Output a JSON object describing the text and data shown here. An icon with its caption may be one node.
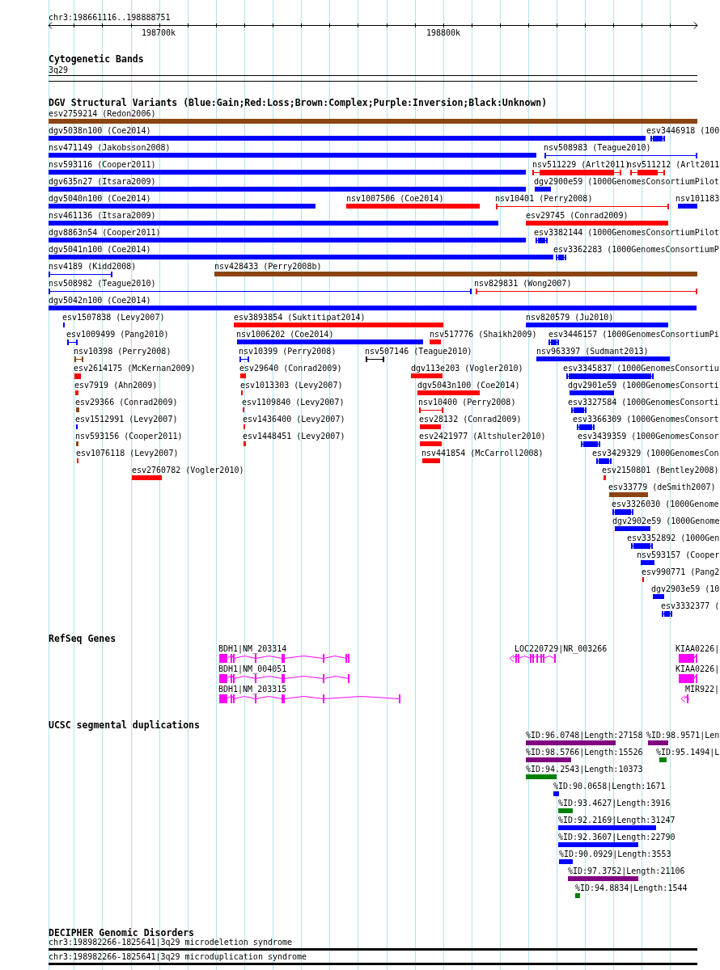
{
  "diagram": {
    "labels": [
      "chr3:198661116..198888751",
      "198700k",
      "198800k",
      "Cytogenetic Bands",
      "3q29",
      "DGV Structural Variants (Blue:Gain;Red:Loss;Brown:Complex;Purple:Inversion;Black:Unknown)",
      "esv2759214 (Redon2006)",
      "dgv5038n100 (Coe2014)",
      "esv3446918 (100",
      "nsv471149 (Jakobsson2008)",
      "nsv508983 (Teague2010)",
      "nsv593116 (Cooper2011)",
      "nsv511229 (Arlt2011)",
      "nsv511212 (Arlt2011",
      "dgv635n27 (Itsara2009)",
      "dgv2900e59 (1000GenomesConsortiumPilot",
      "dgv5040n100 (Coe2014)",
      "nsv1007506 (Coe2014)",
      "nsv10401 (Perry2008)",
      "nsv101183",
      "nsv461136 (Itsara2009)",
      "esv29745 (Conrad2009)",
      "dgv8863n54 (Cooper2011)",
      "esv3382144 (1000GenomesConsortiumPilot",
      "dgv5041n100 (Coe2014)",
      "esv3362283 (1000GenomesConsortiumP",
      "nsv4189 (Kidd2008)",
      "nsv428433 (Perry2008b)",
      "nsv508982 (Teague2010)",
      "nsv829831 (Wong2007)",
      "dgv5042n100 (Coe2014)",
      "esv1507838 (Levy2007)",
      "esv3893854 (Suktitipat2014)",
      "nsv820579 (Ju2010)",
      "esv1009499 (Pang2010)",
      "nsv1006202 (Coe2014)",
      "nsv517776 (Shaikh2009)",
      "esv3446157 (1000GenomesConsortiumPi",
      "nsv10398 (Perry2008)",
      "nsv10399 (Perry2008)",
      "nsv507146 (Teague2010)",
      "nsv963397 (Sudmant2013)",
      "esv2614175 (McKernan2009)",
      "esv29640 (Conrad2009)",
      "dgv113e203 (Vogler2010)",
      "esv3345837 (1000GenomesConsortiu",
      "esv7919 (Ahn2009)",
      "esv1013303 (Levy2007)",
      "dgv5043n100 (Coe2014)",
      "dgv2901e59 (1000GenomesConsorti",
      "esv29366 (Conrad2009)",
      "esv1109840 (Levy2007)",
      "nsv10400 (Perry2008)",
      "esv3327584 (1000GenomesConsorti",
      "esv1512991 (Levy2007)",
      "esv1436400 (Levy2007)",
      "esv28132 (Conrad2009)",
      "esv3366309 (1000GenomesConsort",
      "nsv593156 (Cooper2011)",
      "esv1448451 (Levy2007)",
      "esv2421977 (Altshuler2010)",
      "esv3439359 (1000GenomesConsor",
      "esv1076118 (Levy2007)",
      "nsv441854 (McCarroll2008)",
      "esv3429329 (1000GenomesCon",
      "esv2760782 (Vogler2010)",
      "esv2150801 (Bentley2008)",
      "esv33779 (deSmith2007)",
      "esv3326030 (1000Genome",
      "dgv2902e59 (1000Genome",
      "esv3352892 (1000Gen",
      "nsv593157 (Cooper",
      "esv990771 (Pang2",
      "dgv2903e59 (10",
      "esv3332377 (",
      "RefSeq Genes",
      "BDH1|NM_203314",
      "LOC220729|NR_003266",
      "KIAA0226|",
      "BDH1|NM_004051",
      "KIAA0226|",
      "BDH1|NM_203315",
      "MIR922|",
      "UCSC segmental duplications",
      "%ID:96.0748|Length:27158",
      "%ID:98.9571|Len",
      "%ID:98.5766|Length:15526",
      "%ID:95.1494|L",
      "%ID:94.2543|Length:10373",
      "%ID:90.0658|Length:1671",
      "%ID:93.4627|Length:3916",
      "%ID:92.2169|Length:31247",
      "%ID:92.3607|Length:22790",
      "%ID:90.0929|Length:3553",
      "%ID:97.3752|Length:21106",
      "%ID:94.8834|Length:1544",
      "DECIPHER Genomic Disorders",
      "chr3:198982266-1825641|3q29 microdeletion syndrome",
      "chr3:198982266-1825641|3q29 microduplication syndrome"
    ]
  }
}
